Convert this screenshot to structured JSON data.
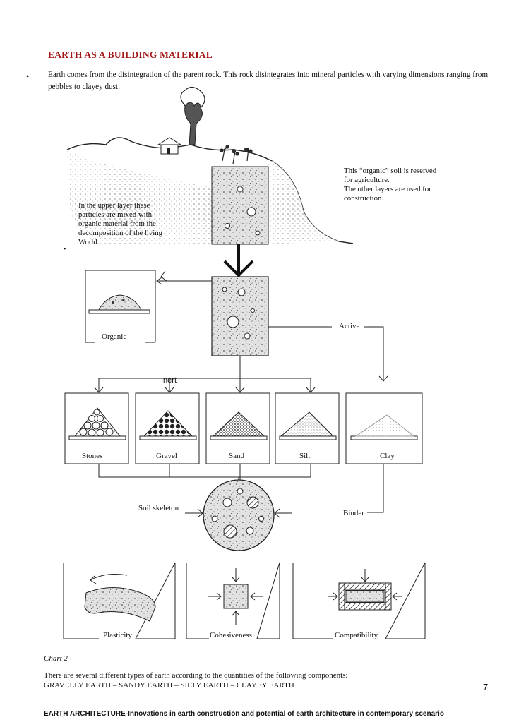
{
  "header": {
    "title": "EARTH AS A BUILDING MATERIAL",
    "bullet": "•",
    "intro": "Earth comes from the disintegration of the parent rock. This rock disintegrates into mineral particles with varying dimensions ranging from pebbles to clayey dust."
  },
  "diagram": {
    "note_organic_soil": [
      "This “organic” soil is reserved",
      "for agriculture.",
      "The other layers are used for",
      "construction."
    ],
    "note_upper_layer": [
      "In the upper layer these",
      "particles are mixed with",
      "organic material from the",
      "decomposition of the living",
      "World."
    ],
    "labels": {
      "organic": "Organic",
      "active": "Active",
      "inert": "Inert",
      "stones": "Stones",
      "gravel": "Gravel",
      "sand": "Sand",
      "silt": "Silt",
      "clay": "Clay",
      "soil_skeleton": "Soil skeleton",
      "binder": "Binder",
      "plasticity": "Plasticity",
      "cohesiveness": "Cohesiveness",
      "compatibility": "Compatibility"
    }
  },
  "caption": "Chart 2",
  "closing": {
    "line1": "There are several different types of earth according to the quantities of the following components:",
    "line2": "GRAVELLY EARTH – SANDY EARTH – SILTY EARTH – CLAYEY EARTH"
  },
  "page_number": "7",
  "footer": "EARTH ARCHITECTURE-Innovations in earth construction and potential of earth architecture in contemporary scenario"
}
